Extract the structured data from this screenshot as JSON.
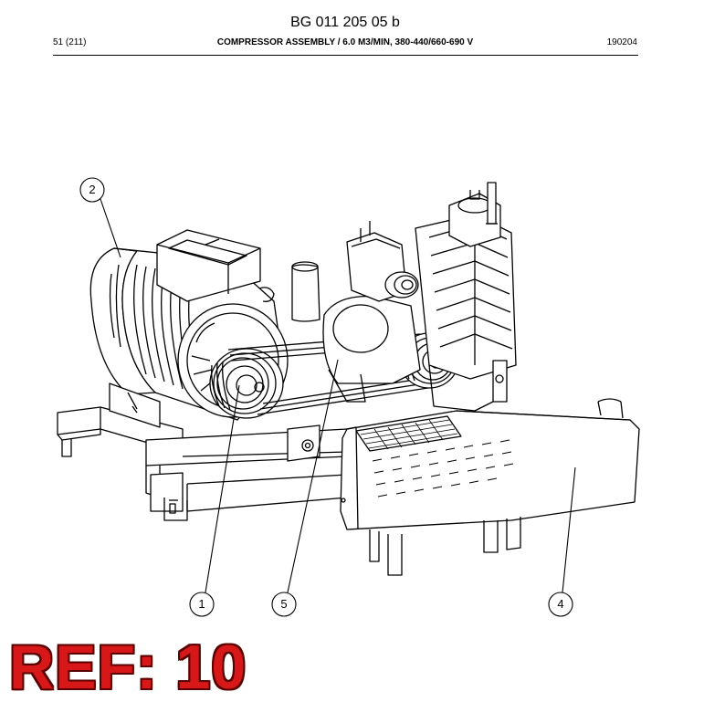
{
  "header": {
    "document_number": "BG 011 205 05 b",
    "page_ref": "51 (211)",
    "title": "COMPRESSOR ASSEMBLY / 6.0 M3/MIN, 380-440/660-690 V",
    "date_code": "190204"
  },
  "callouts": [
    {
      "number": "1"
    },
    {
      "number": "2"
    },
    {
      "number": "4"
    },
    {
      "number": "5"
    }
  ],
  "stamp": {
    "text": "REF: 10",
    "color": "#d81818"
  }
}
